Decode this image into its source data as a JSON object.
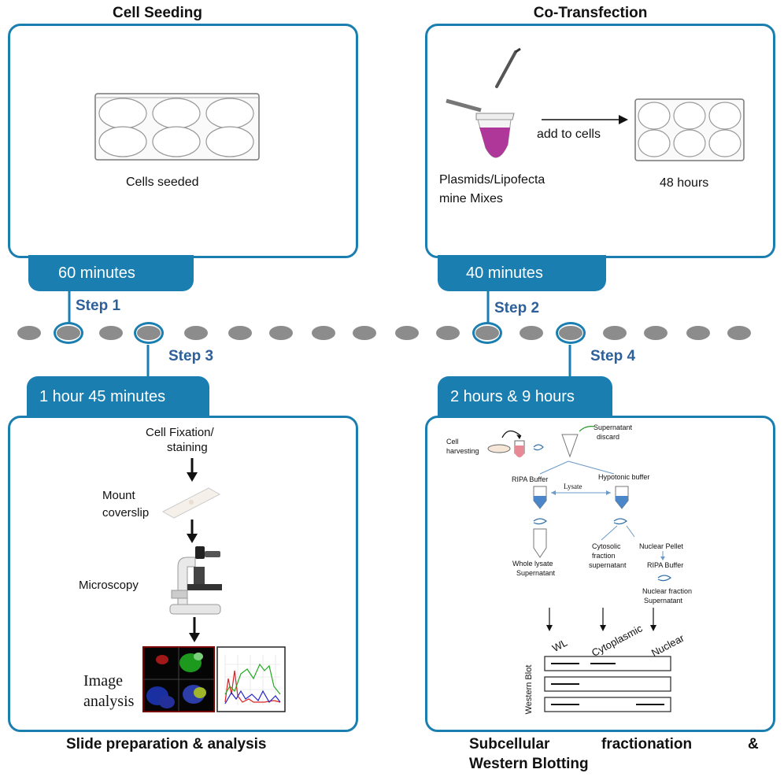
{
  "panels": {
    "seeding": {
      "title": "Cell Seeding",
      "tab": "60 minutes",
      "step": "Step 1",
      "caption": "Cells seeded"
    },
    "transfection": {
      "title": "Co-Transfection",
      "tab": "40 minutes",
      "step": "Step 2",
      "mix_line1": "Plasmids/Lipofecta",
      "mix_line2": "mine Mixes",
      "arrow_label": "add to cells",
      "hours": "48 hours"
    },
    "slide": {
      "tab": "1 hour 45 minutes",
      "step": "Step 3",
      "fix_line1": "Cell Fixation/",
      "fix_line2": "staining",
      "mount_line1": "Mount",
      "mount_line2": "coverslip",
      "microscopy": "Microscopy",
      "image_line1": "Image",
      "image_line2": "analysis",
      "bottom_title": "Slide preparation & analysis"
    },
    "fraction": {
      "tab": "2 hours  &  9 hours",
      "step": "Step 4",
      "cell_line1": "Cell",
      "cell_line2": "harvesting",
      "sup_line1": "Supernatant",
      "sup_line2": "discard",
      "ripa": "RIPA Buffer",
      "hypotonic": "Hypotonic buffer",
      "lysate": "Lysate",
      "whole_line1": "Whole lysate",
      "whole_line2": "Supernatant",
      "cyto_line1": "Cytosolic",
      "cyto_line2": "fraction",
      "cyto_line3": "supernatant",
      "nuclear_pellet": "Nuclear Pellet",
      "ripa2": "RIPA Buffer",
      "nucfrac_line1": "Nuclear  fraction",
      "nucfrac_line2": "Supernatant",
      "col_wl": "WL",
      "col_cyto": "Cytoplasmic",
      "col_nuclear": "Nuclear",
      "wb_label": "Western Blot",
      "bottom_line1_a": "Subcellular",
      "bottom_line1_b": "fractionation",
      "bottom_line1_c": "&",
      "bottom_line2": "Western Blotting"
    }
  },
  "colors": {
    "accent": "#1a7fb0",
    "step_text": "#2d5f9a",
    "dot": "#8c8c8c",
    "tube_liquid": "#b0379a"
  }
}
